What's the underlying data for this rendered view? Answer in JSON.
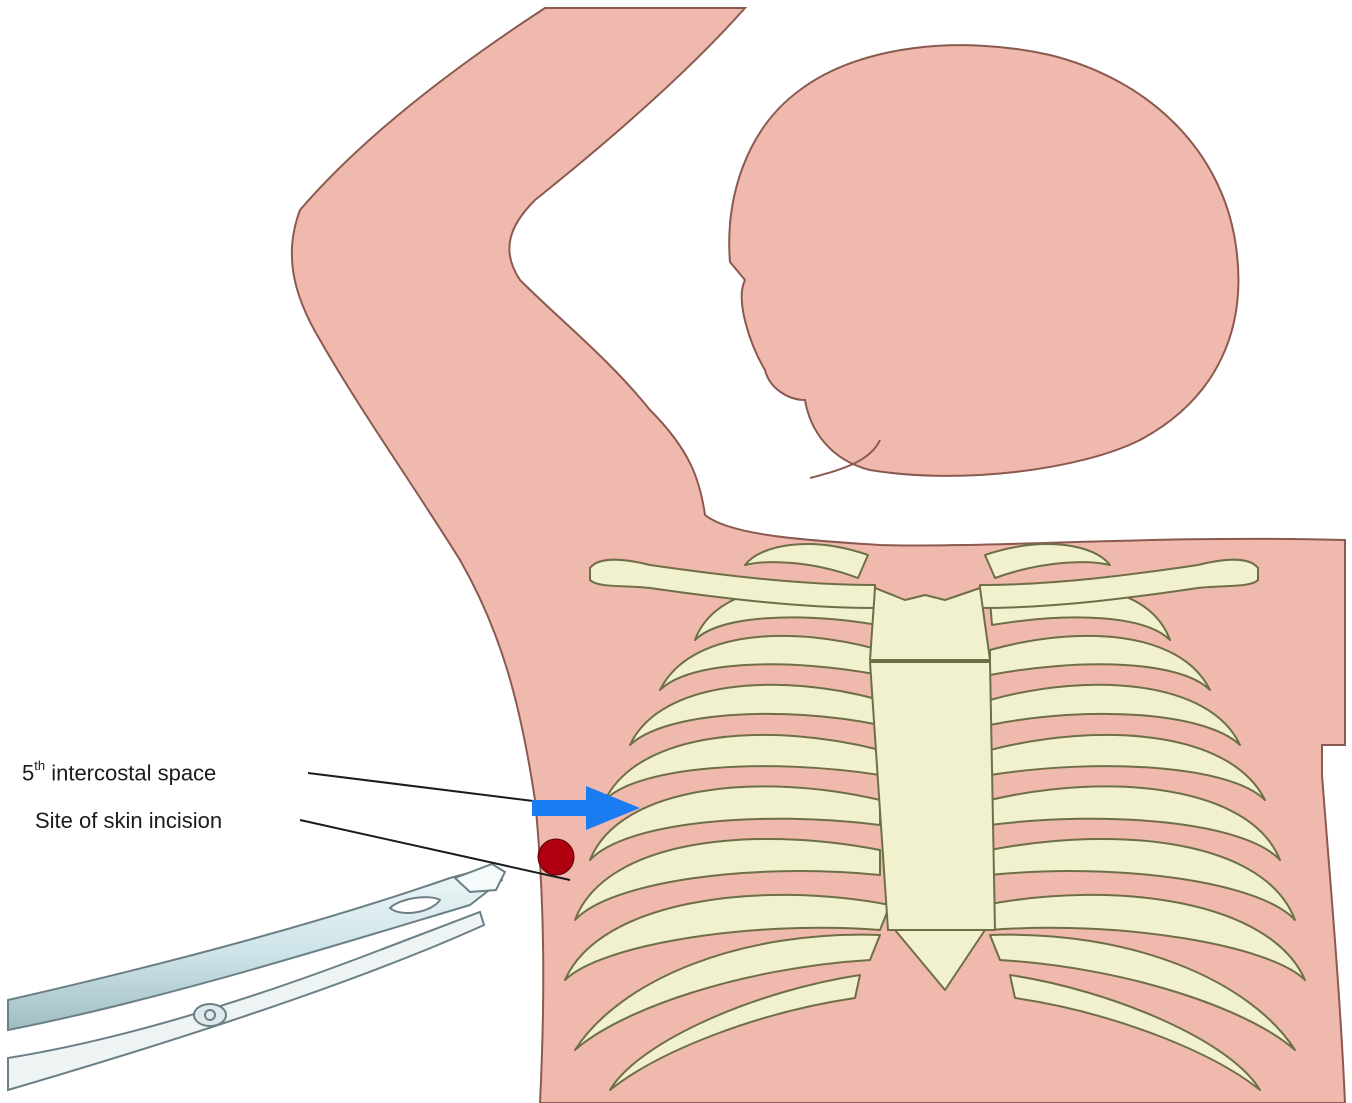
{
  "labels": {
    "intercostal": {
      "ordinal": "5",
      "ordinal_suffix": "th",
      "text": " intercostal space"
    },
    "incision": "Site of skin incision"
  },
  "colors": {
    "skin": "#f0b9ad",
    "skin_outline": "#8a5a50",
    "bone": "#f1f0cf",
    "bone_outline": "#6f6f46",
    "incision_marker": "#b00010",
    "arrow": "#1a7cf2",
    "instrument": "#d3e6ea",
    "instrument_outline": "#6b7f86"
  },
  "icons": {
    "arrow": "blue-arrow-icon",
    "incision": "incision-dot-icon",
    "instrument": "forceps-icon"
  }
}
